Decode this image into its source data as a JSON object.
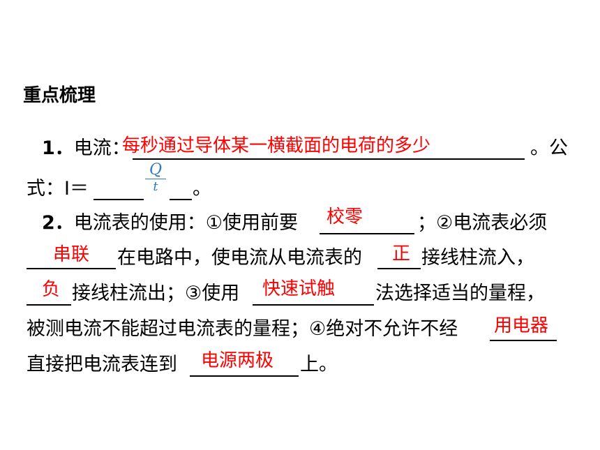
{
  "heading": "重点梳理",
  "items": {
    "q1": {
      "num": "1．",
      "label": "电流：",
      "answer": "每秒通过导体某一横截面的电荷的多少",
      "after": "。公",
      "line2_prefix": "式：I＝",
      "formula_num": "Q",
      "formula_den": "t",
      "line2_suffix": "。"
    },
    "q2": {
      "num": "2．",
      "text1": "电流表的使用：①使用前要",
      "ans1": "校零",
      "text2": "；②电流表必须",
      "ans2": "串联",
      "text3": "在电路中，使电流从电流表的",
      "ans3": "正",
      "text4": "接线柱流入，",
      "ans4": "负",
      "text5": "接线柱流出；③使用",
      "ans5": "快速试触",
      "text6": "法选择适当的量程，",
      "text7": "被测电流不能超过电流表的量程；④绝对不允许不经",
      "ans6": "用电器",
      "text8": "直接把电流表连到",
      "ans7": "电源两极",
      "text9": "上。"
    }
  }
}
